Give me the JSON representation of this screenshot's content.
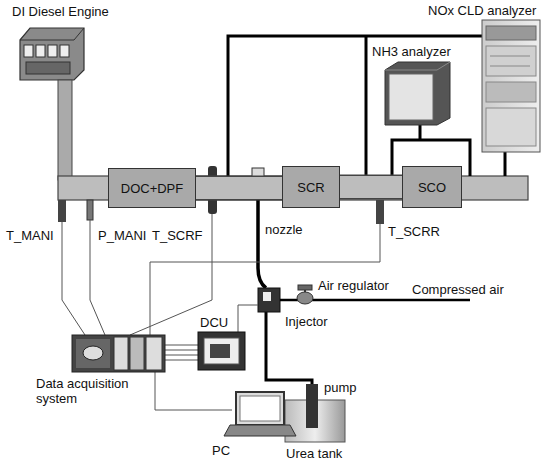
{
  "diagram": {
    "nodes": [
      {
        "text": [
          "DOC+DPF"
        ]
      },
      {
        "text": [
          "SCR"
        ]
      },
      {
        "text": [
          "SCO"
        ]
      }
    ],
    "edges": [
      {
        "from": 0,
        "to": 1,
        "arrow": "none"
      },
      {
        "from": 1,
        "to": 2,
        "arrow": "none"
      }
    ],
    "labels": [
      "DI Diesel Engine",
      "NOx CLD analyzer",
      "NH3 analyzer",
      "T_MANI",
      "P_MANI",
      "T_SCRF",
      "nozzle",
      "T_SCRR",
      "Air regulator",
      "Compressed air",
      "Injector",
      "DCU",
      "pump",
      "Data acquisition system",
      "PC",
      "Urea tank"
    ]
  }
}
